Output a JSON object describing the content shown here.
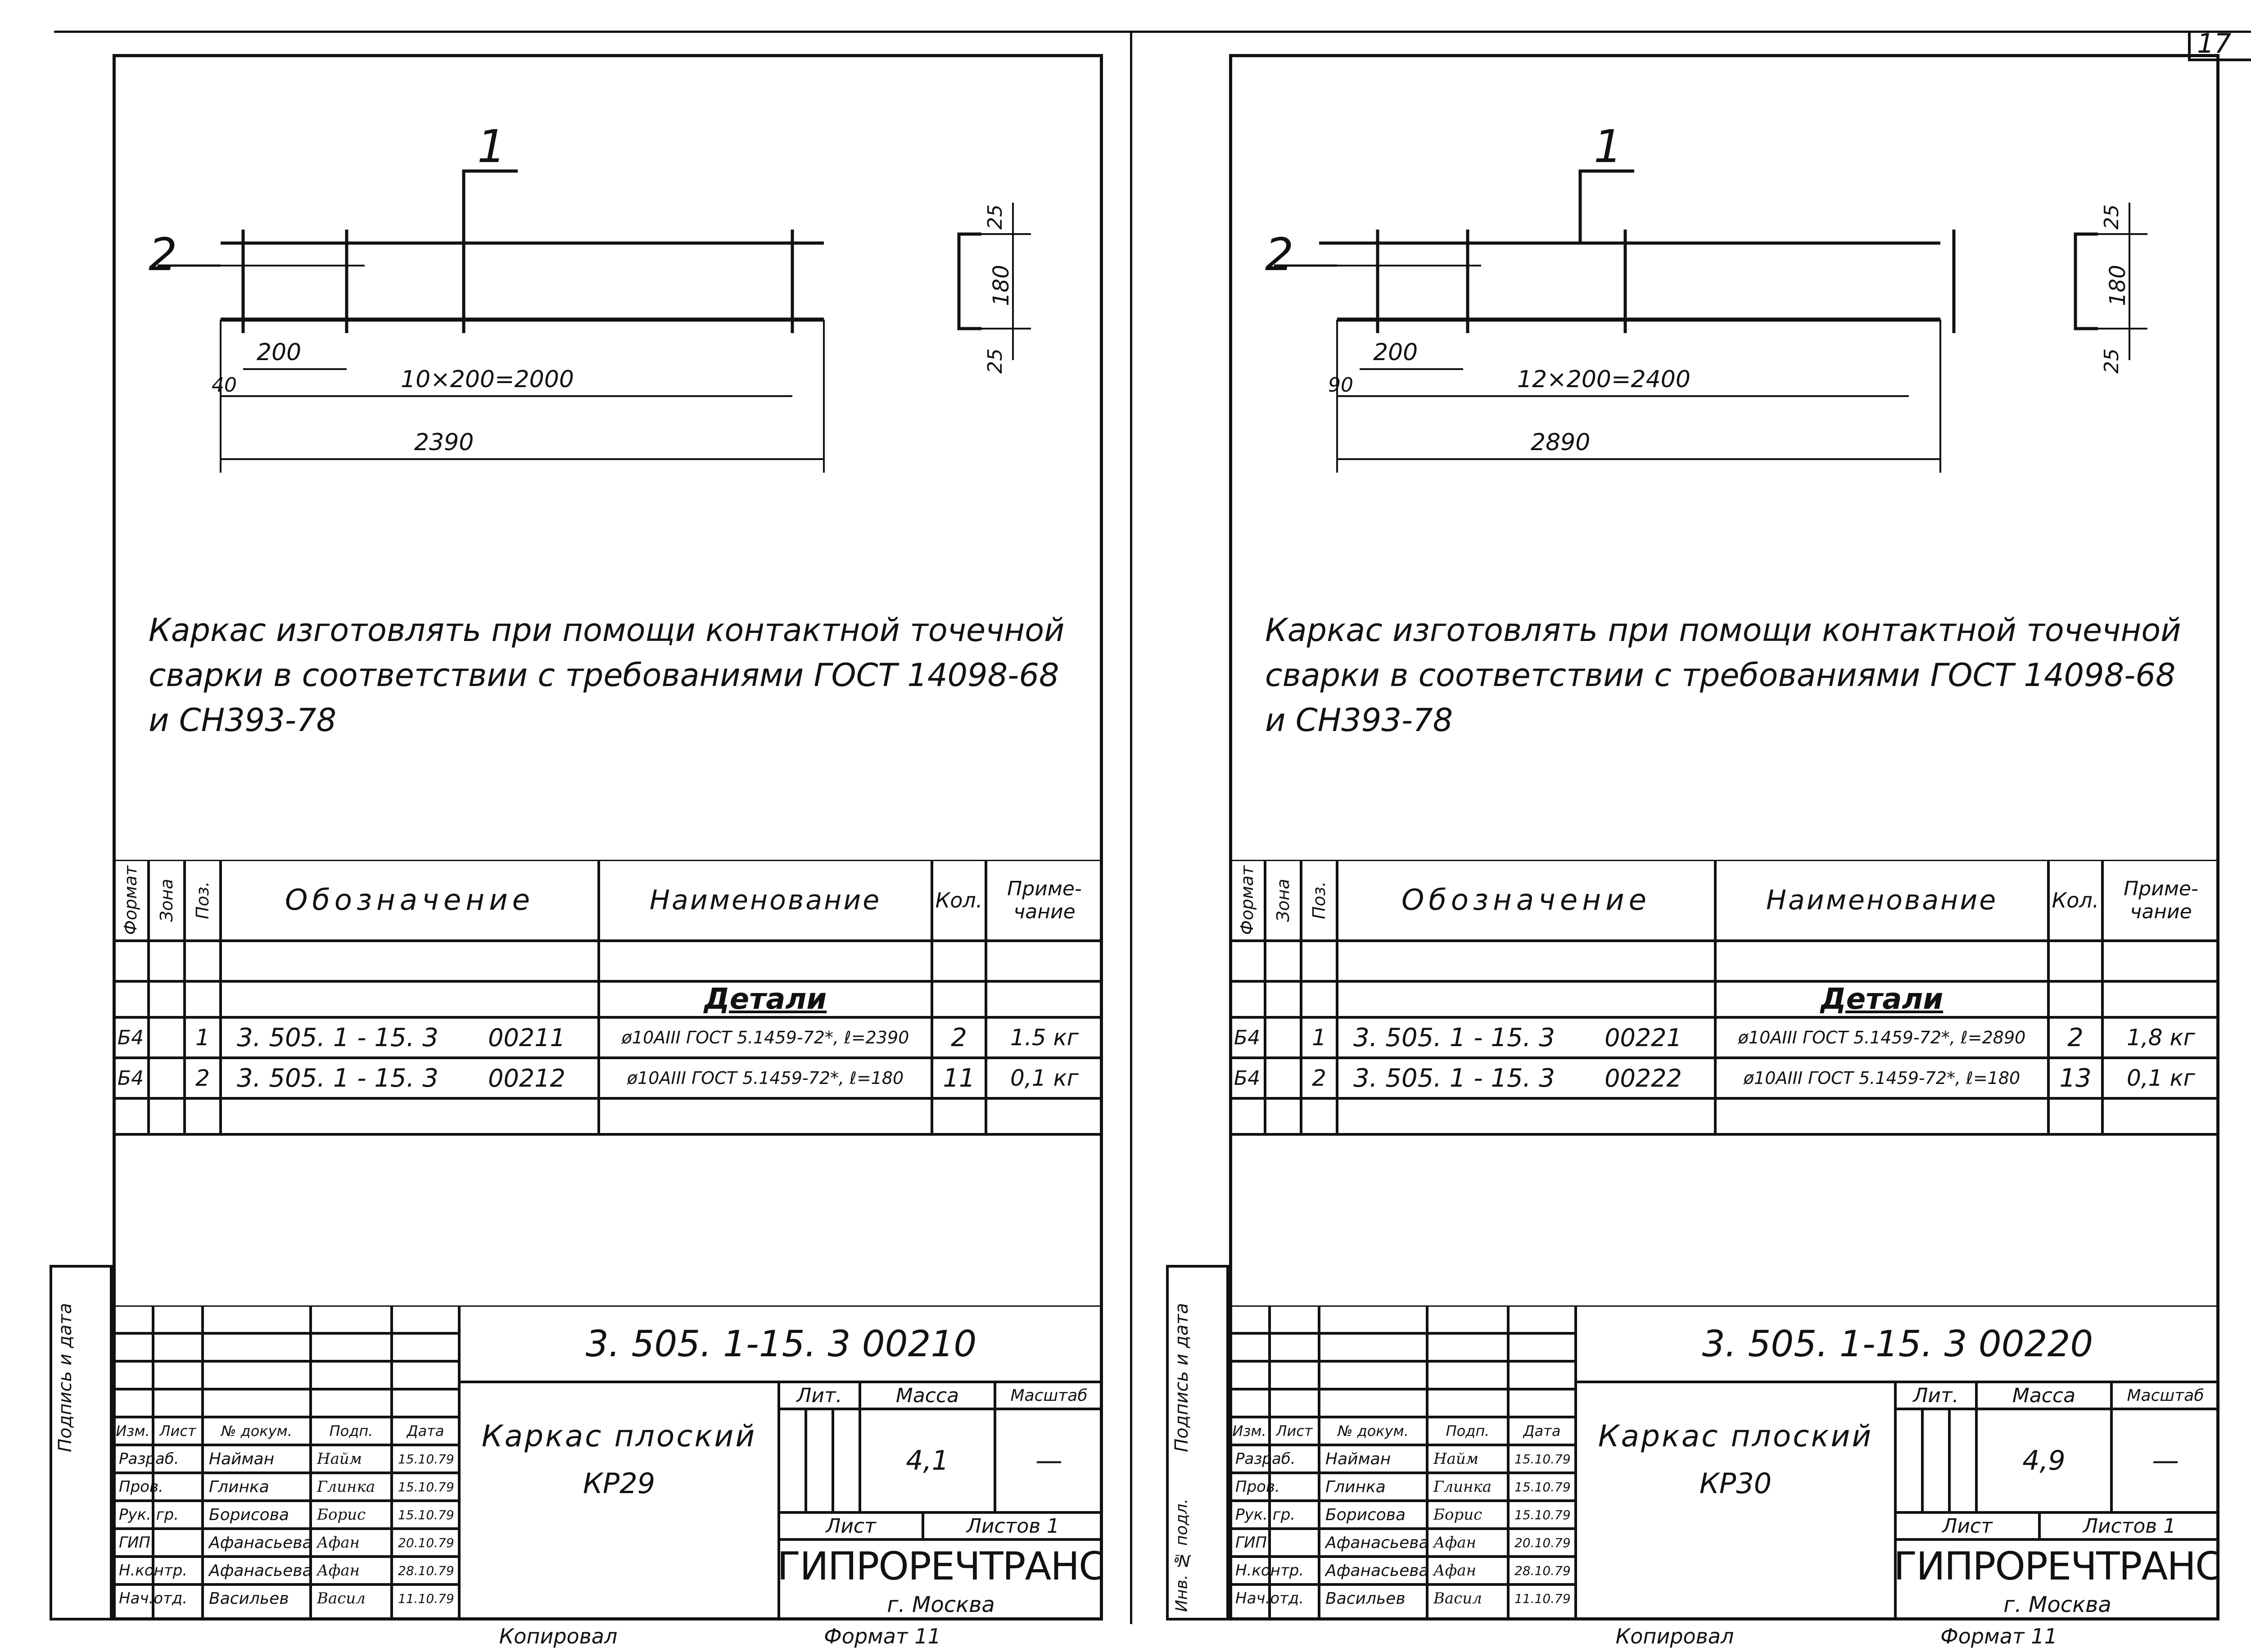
{
  "page_number": "17",
  "sheets": [
    {
      "id": "left",
      "drawing": {
        "label_pos1": "1",
        "label_pos2": "2",
        "dim_pitch": "200",
        "dim_edge": "40",
        "dim_series": "10×200=2000",
        "dim_total": "2390",
        "dim_section_top": "25",
        "dim_section_height": "180",
        "dim_section_bottom": "25"
      },
      "note_line1": "Каркас изготовлять при помощи контактной точечной",
      "note_line2": "сварки в соответствии с требованиями ГОСТ 14098-68 и СН393-78",
      "spec": {
        "headers": {
          "format": "Формат",
          "zone": "Зона",
          "pos": "Поз.",
          "designation": "Обозначение",
          "name": "Наименование",
          "qty": "Кол.",
          "note": "Приме-чание"
        },
        "section_title": "Детали",
        "rows": [
          {
            "format": "Б4",
            "pos": "1",
            "designation": "3. 505. 1 - 15. 3",
            "code": "00211",
            "name": "ø10AIII ГОСТ 5.1459-72*, ℓ=2390",
            "qty": "2",
            "note": "1.5 кг"
          },
          {
            "format": "Б4",
            "pos": "2",
            "designation": "3. 505. 1 - 15. 3",
            "code": "00212",
            "name": "ø10AIII ГОСТ 5.1459-72*, ℓ=180",
            "qty": "11",
            "note": "0,1 кг"
          }
        ]
      },
      "title_block": {
        "doc_code": "3. 505. 1-15. 3  00210",
        "title_line1": "Каркас плоский",
        "title_line2": "КР29",
        "lit_label": "Лит.",
        "mass_label": "Масса",
        "scale_label": "Масштаб",
        "mass_value": "4,1",
        "scale_value": "—",
        "sheet_label": "Лист",
        "sheets_label": "Листов 1",
        "org": "ГИПРОРЕЧТРАНС",
        "city": "г. Москва",
        "col_headers": [
          "Изм.",
          "Лист",
          "№ докум.",
          "Подп.",
          "Дата"
        ],
        "roles": [
          {
            "role": "Разраб.",
            "name": "Найман",
            "sign": "Найм",
            "date": "15.10.79"
          },
          {
            "role": "Пров.",
            "name": "Глинка",
            "sign": "Глинка",
            "date": "15.10.79"
          },
          {
            "role": "Рук. гр.",
            "name": "Борисова",
            "sign": "Борис",
            "date": "15.10.79"
          },
          {
            "role": "ГИП",
            "name": "Афанасьева И.",
            "sign": "Афан",
            "date": "20.10.79"
          },
          {
            "role": "Н.контр.",
            "name": "Афанасьева Н.",
            "sign": "Афан",
            "date": "28.10.79"
          },
          {
            "role": "Нач.отд.",
            "name": "Васильев",
            "sign": "Васил",
            "date": "11.10.79"
          }
        ]
      },
      "side_stamp": "Подпись и дата",
      "copied_label": "Копировал",
      "format_label": "Формат 11"
    },
    {
      "id": "right",
      "drawing": {
        "label_pos1": "1",
        "label_pos2": "2",
        "dim_pitch": "200",
        "dim_edge": "90",
        "dim_series": "12×200=2400",
        "dim_total": "2890",
        "dim_section_top": "25",
        "dim_section_height": "180",
        "dim_section_bottom": "25"
      },
      "note_line1": "Каркас изготовлять при помощи контактной точечной",
      "note_line2": "сварки в соответствии с требованиями ГОСТ 14098-68 и СН393-78",
      "spec": {
        "headers": {
          "format": "Формат",
          "zone": "Зона",
          "pos": "Поз.",
          "designation": "Обозначение",
          "name": "Наименование",
          "qty": "Кол.",
          "note": "Приме-чание"
        },
        "section_title": "Детали",
        "rows": [
          {
            "format": "Б4",
            "pos": "1",
            "designation": "3. 505. 1 - 15. 3",
            "code": "00221",
            "name": "ø10AIII ГОСТ 5.1459-72*, ℓ=2890",
            "qty": "2",
            "note": "1,8 кг"
          },
          {
            "format": "Б4",
            "pos": "2",
            "designation": "3. 505. 1 - 15. 3",
            "code": "00222",
            "name": "ø10AIII ГОСТ 5.1459-72*, ℓ=180",
            "qty": "13",
            "note": "0,1 кг"
          }
        ]
      },
      "title_block": {
        "doc_code": "3. 505. 1-15. 3  00220",
        "title_line1": "Каркас плоский",
        "title_line2": "КР30",
        "lit_label": "Лит.",
        "mass_label": "Масса",
        "scale_label": "Масштаб",
        "mass_value": "4,9",
        "scale_value": "—",
        "sheet_label": "Лист",
        "sheets_label": "Листов 1",
        "org": "ГИПРОРЕЧТРАНС",
        "city": "г. Москва",
        "col_headers": [
          "Изм.",
          "Лист",
          "№ докум.",
          "Подп.",
          "Дата"
        ],
        "roles": [
          {
            "role": "Разраб.",
            "name": "Найман",
            "sign": "Найм",
            "date": "15.10.79"
          },
          {
            "role": "Пров.",
            "name": "Глинка",
            "sign": "Глинка",
            "date": "15.10.79"
          },
          {
            "role": "Рук. гр.",
            "name": "Борисова",
            "sign": "Борис",
            "date": "15.10.79"
          },
          {
            "role": "ГИП",
            "name": "Афанасьева И.",
            "sign": "Афан",
            "date": "20.10.79"
          },
          {
            "role": "Н.контр.",
            "name": "Афанасьева Н.",
            "sign": "Афан",
            "date": "28.10.79"
          },
          {
            "role": "Нач.отд.",
            "name": "Васильев",
            "sign": "Васил",
            "date": "11.10.79"
          }
        ]
      },
      "side_stamp": "Подпись и дата",
      "side_stamp2": "Инв. № подл.",
      "copied_label": "Копировал",
      "format_label": "Формат 11"
    }
  ]
}
